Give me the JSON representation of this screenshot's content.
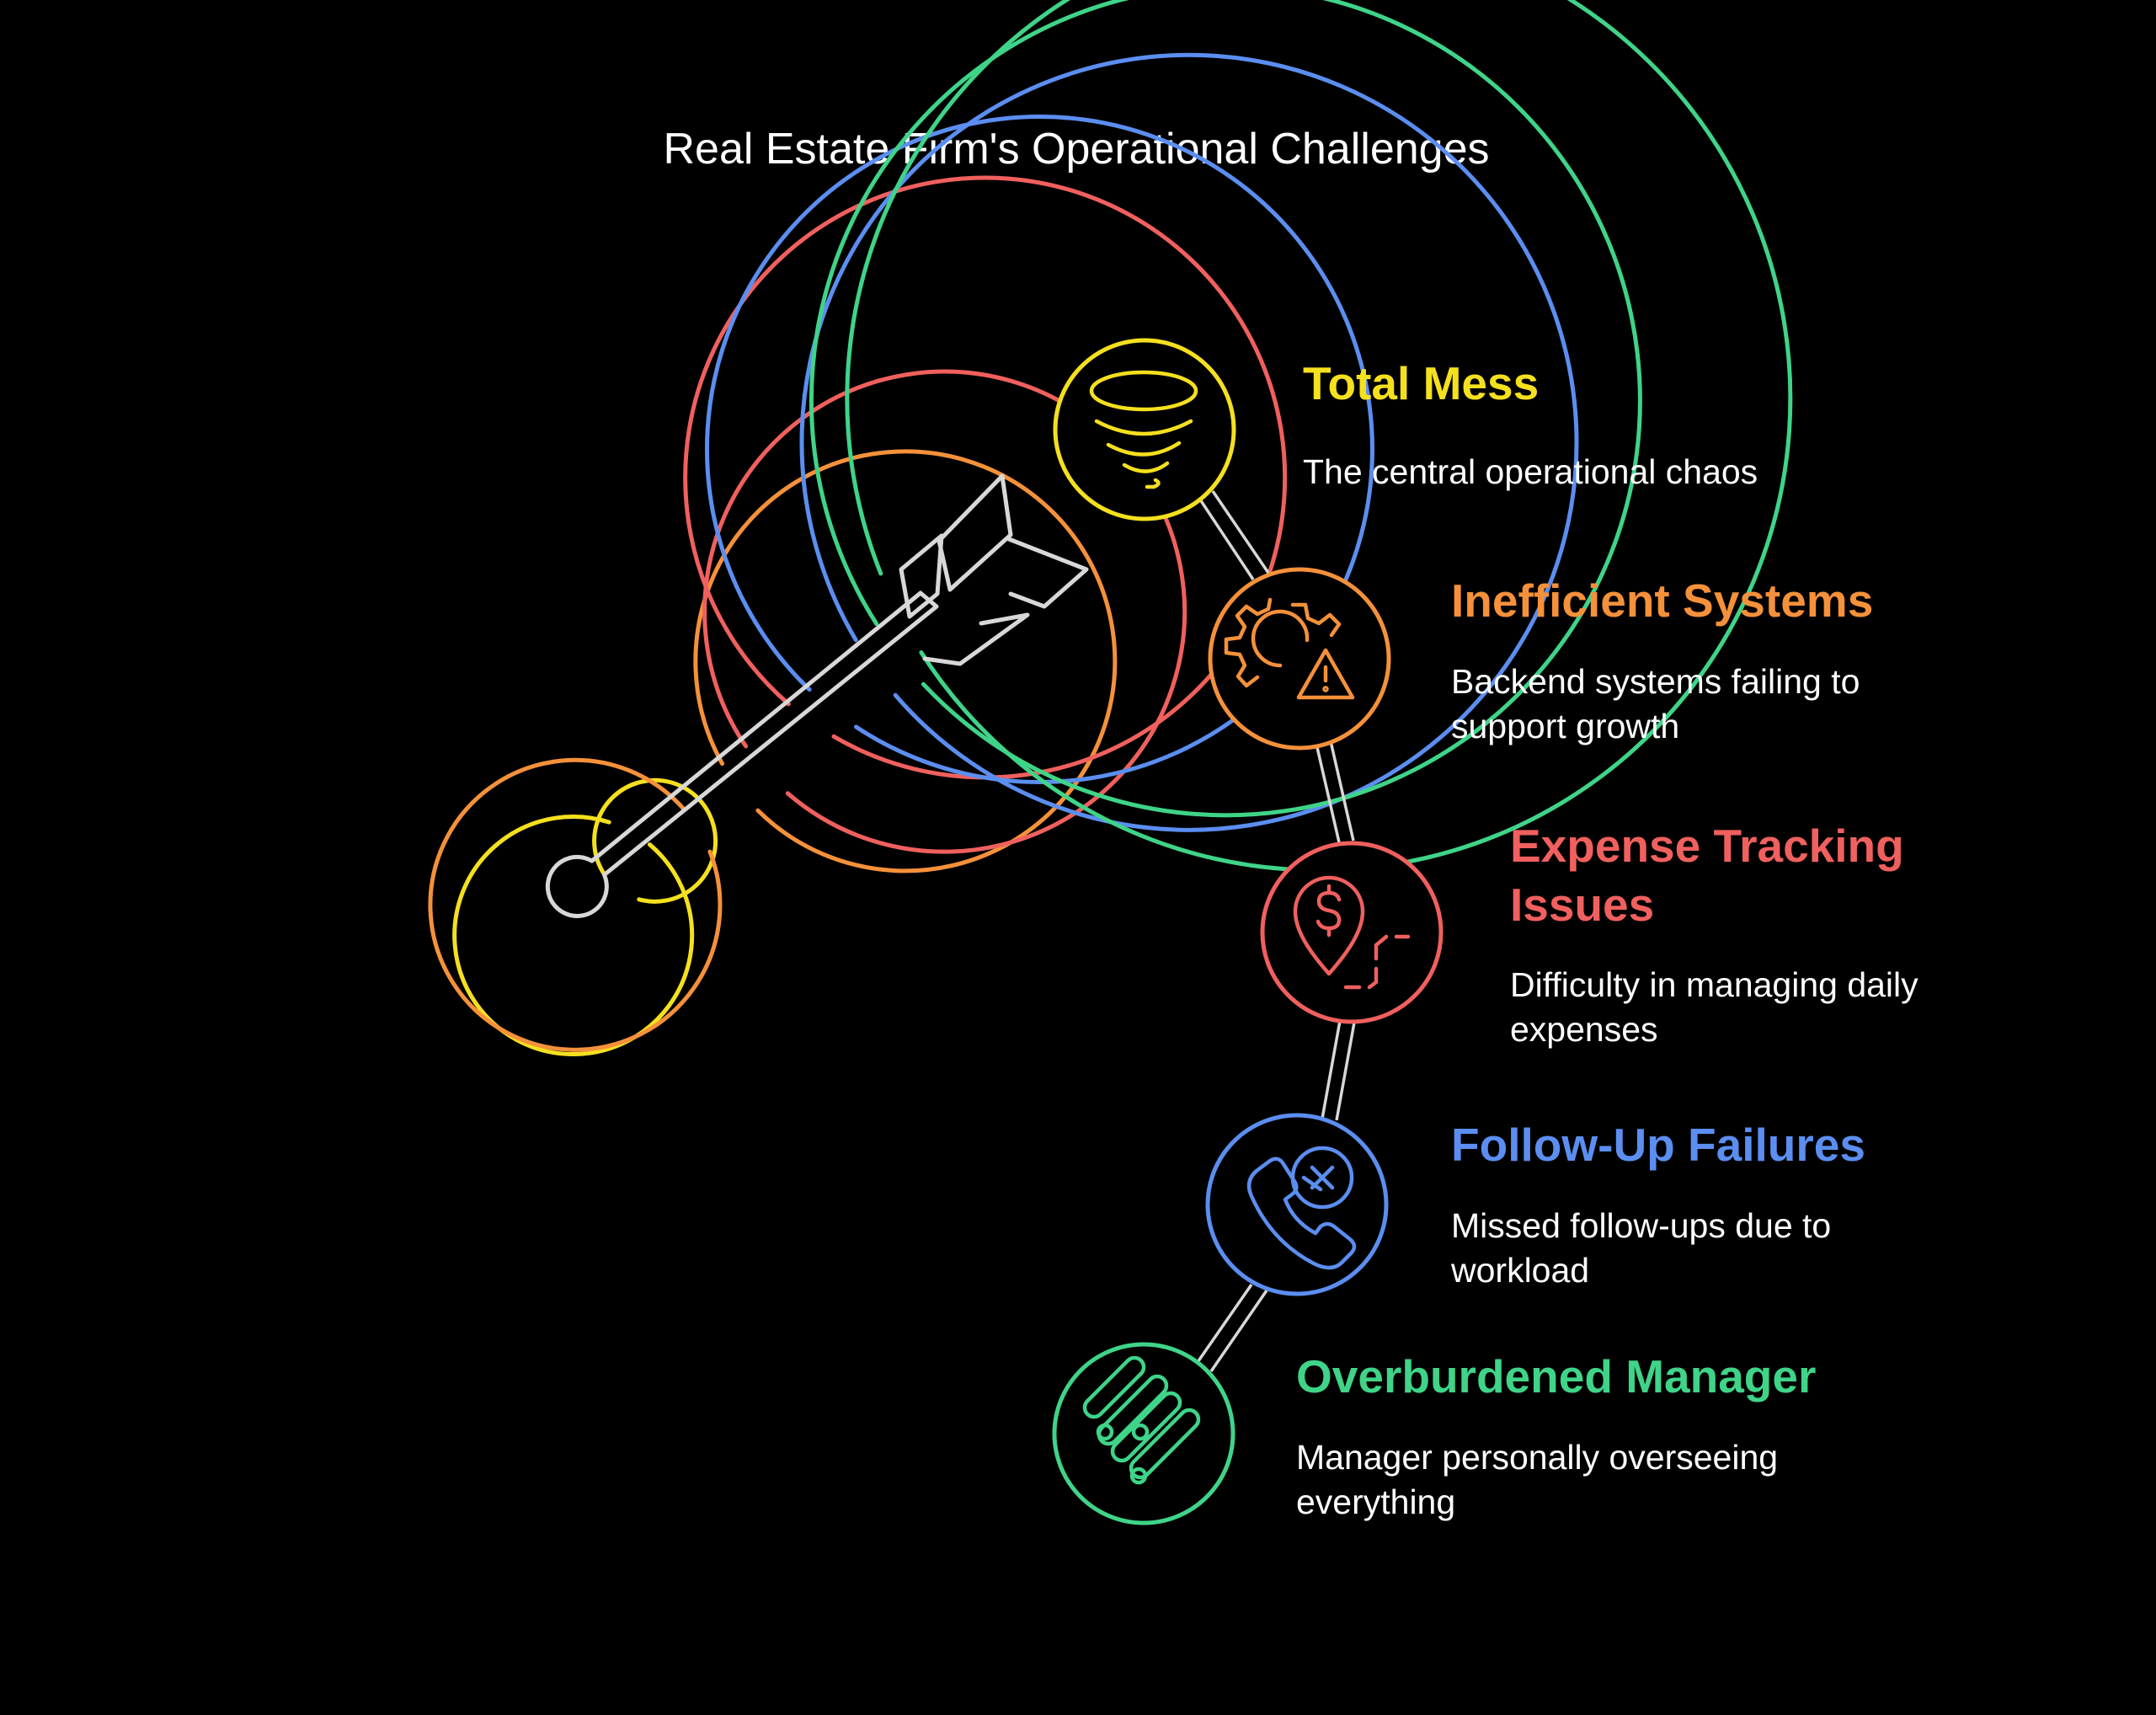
{
  "title": "Real Estate Firm's Operational Challenges",
  "colors": {
    "background": "#000000",
    "yellow": "#f5e01e",
    "orange": "#f5913a",
    "red": "#f0605e",
    "blue": "#5b8ef0",
    "green": "#3fd488",
    "arrow": "#d8d8d8"
  },
  "target": {
    "rings": [
      "yellow",
      "orange",
      "red",
      "blue",
      "green"
    ]
  },
  "items": [
    {
      "id": "total-mess",
      "title_lines": [
        "Total Mess"
      ],
      "desc_lines": [
        "The central operational chaos"
      ],
      "color": "#f5e01e",
      "icon": "tornado-icon"
    },
    {
      "id": "inefficient-systems",
      "title_lines": [
        "Inefficient Systems"
      ],
      "desc_lines": [
        "Backend systems failing to",
        "support growth"
      ],
      "color": "#f5913a",
      "icon": "gear-warning-icon"
    },
    {
      "id": "expense-tracking",
      "title_lines": [
        "Expense Tracking",
        "Issues"
      ],
      "desc_lines": [
        "Difficulty in managing daily",
        "expenses"
      ],
      "color": "#f0605e",
      "icon": "location-dollar-icon"
    },
    {
      "id": "follow-up-failures",
      "title_lines": [
        "Follow-Up Failures"
      ],
      "desc_lines": [
        "Missed follow-ups due to",
        "workload"
      ],
      "color": "#5b8ef0",
      "icon": "phone-cancel-icon"
    },
    {
      "id": "overburdened-manager",
      "title_lines": [
        "Overburdened Manager"
      ],
      "desc_lines": [
        "Manager personally overseeing",
        "everything"
      ],
      "color": "#3fd488",
      "icon": "workload-bars-icon"
    }
  ]
}
